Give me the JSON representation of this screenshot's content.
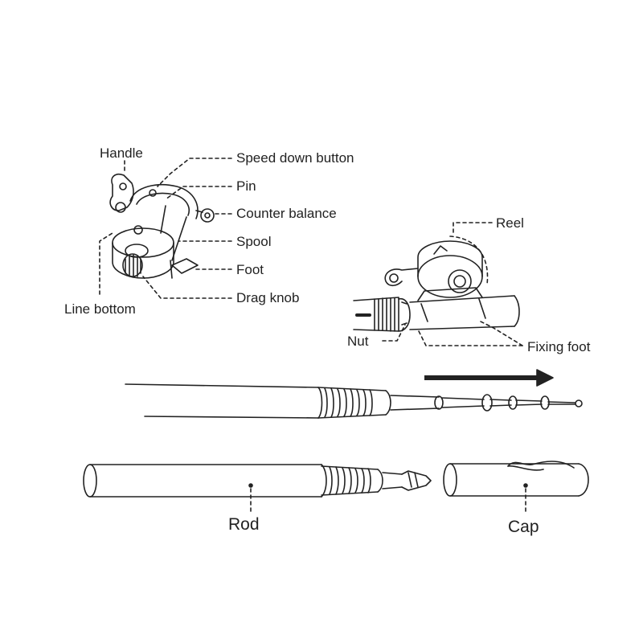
{
  "reel_parts": {
    "handle": "Handle",
    "speed_down_button": "Speed down button",
    "pin": "Pin",
    "counter_balance": "Counter balance",
    "spool": "Spool",
    "foot": "Foot",
    "drag_knob": "Drag knob",
    "line_bottom": "Line bottom"
  },
  "assembly": {
    "reel": "Reel",
    "nut": "Nut",
    "fixing_foot": "Fixing foot"
  },
  "pen_rod": {
    "rod": "Rod",
    "cap": "Cap"
  },
  "colors": {
    "ink": "#222222"
  }
}
